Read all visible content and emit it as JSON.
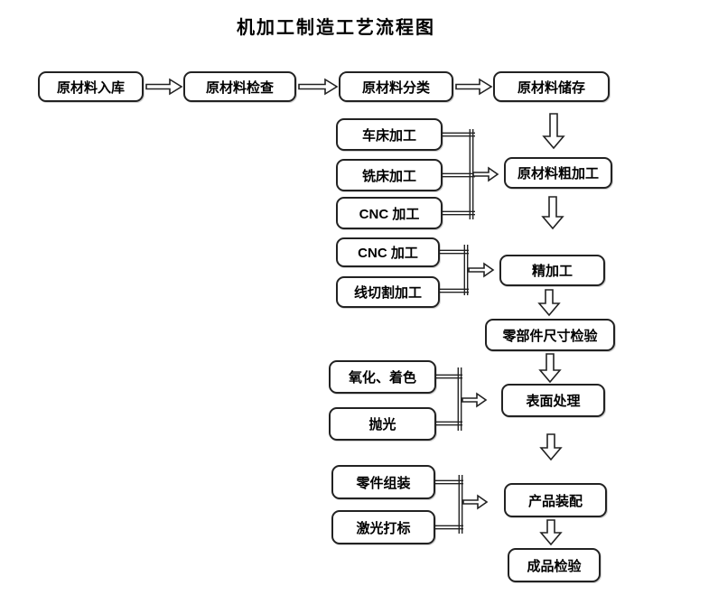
{
  "title": "机加工制造工艺流程图",
  "colors": {
    "background": "#ffffff",
    "box_border": "#222222",
    "box_fill": "#ffffff",
    "text": "#000000"
  },
  "nodes": {
    "raw_in": "原材料入库",
    "raw_check": "原材料检查",
    "raw_sort": "原材料分类",
    "raw_store": "原材料储存",
    "lathe": "车床加工",
    "mill": "铣床加工",
    "cnc_rough": "CNC 加工",
    "rough": "原材料粗加工",
    "cnc_fine": "CNC 加工",
    "wirecut": "线切割加工",
    "fine": "精加工",
    "dim_inspect": "零部件尺寸检验",
    "oxidize": "氧化、着色",
    "polish": "抛光",
    "surface": "表面处理",
    "assemble_parts": "零件组装",
    "laser_mark": "激光打标",
    "product_assembly": "产品装配",
    "final_inspect": "成品检验"
  }
}
